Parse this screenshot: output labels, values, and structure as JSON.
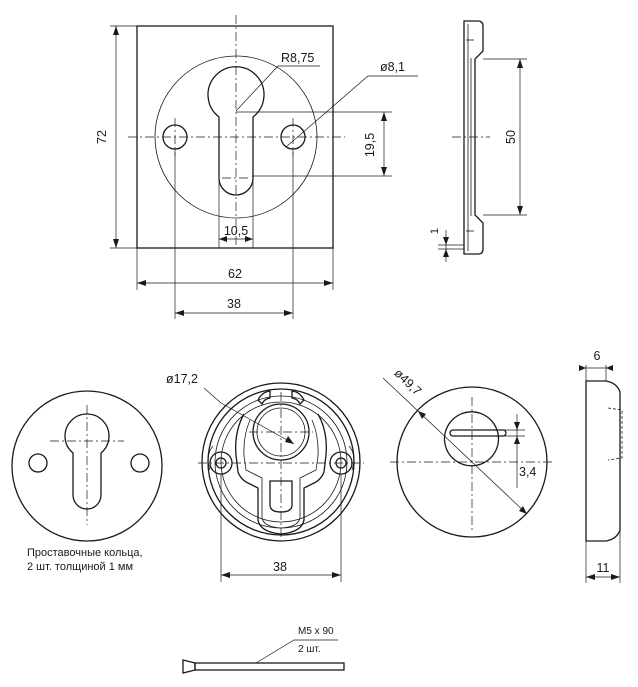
{
  "front_view": {
    "dim_height": "72",
    "dim_radius": "R8,75",
    "dim_hole_diameter": "ø8,1",
    "dim_vertical_offset": "19,5",
    "dim_slot_width": "10,5",
    "dim_width": "62",
    "dim_hole_spacing": "38"
  },
  "side_view": {
    "dim_thickness": "1",
    "dim_height": "50"
  },
  "spacer_ring": {
    "caption_line1": "Проставочные кольца,",
    "caption_line2": "2 шт. толщиной 1 мм"
  },
  "back_view": {
    "dim_bore_diameter": "ø17,2",
    "dim_hole_spacing": "38"
  },
  "cover_rosette": {
    "dim_outer_diameter": "ø49,7",
    "dim_slot_height": "3,4"
  },
  "cover_side": {
    "dim_top": "6",
    "dim_bottom": "11"
  },
  "screw": {
    "label_line1": "M5 x 90",
    "label_line2": "2 шт."
  }
}
